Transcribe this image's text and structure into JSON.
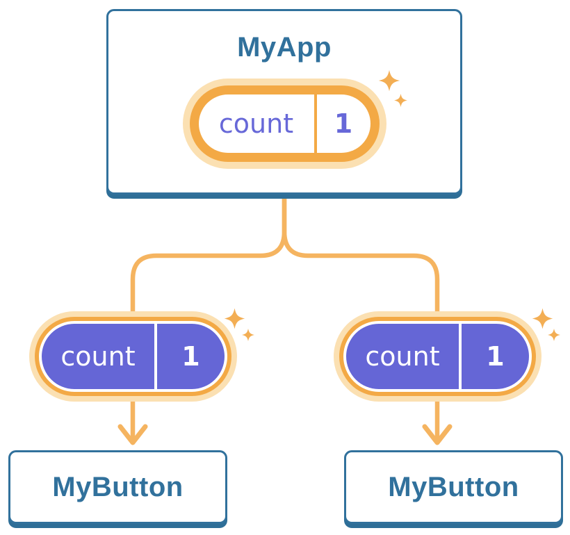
{
  "tree": {
    "root": {
      "name": "MyApp",
      "state": {
        "label": "count",
        "value": "1"
      }
    },
    "children": [
      {
        "name": "MyButton",
        "prop": {
          "label": "count",
          "value": "1"
        }
      },
      {
        "name": "MyButton",
        "prop": {
          "label": "count",
          "value": "1"
        }
      }
    ]
  },
  "icons": {
    "sparkle": "four-point-star",
    "arrow": "down-chevron-arrow"
  },
  "colors": {
    "node_border_blue": "#31719C",
    "node_shadow_blue": "#2E6E97",
    "node_text_blue": "#31719C",
    "pill_fill_purple": "#6566D6",
    "pill_text_purple": "#6768D8",
    "pill_text_white": "#FFFFFF",
    "highlight_ring_orange": "#F3A945",
    "highlight_glow_peach": "#FBE0B2",
    "connector_orange": "#F5B460",
    "sparkle_orange": "#F3AE54",
    "background": "#FFFFFF"
  }
}
